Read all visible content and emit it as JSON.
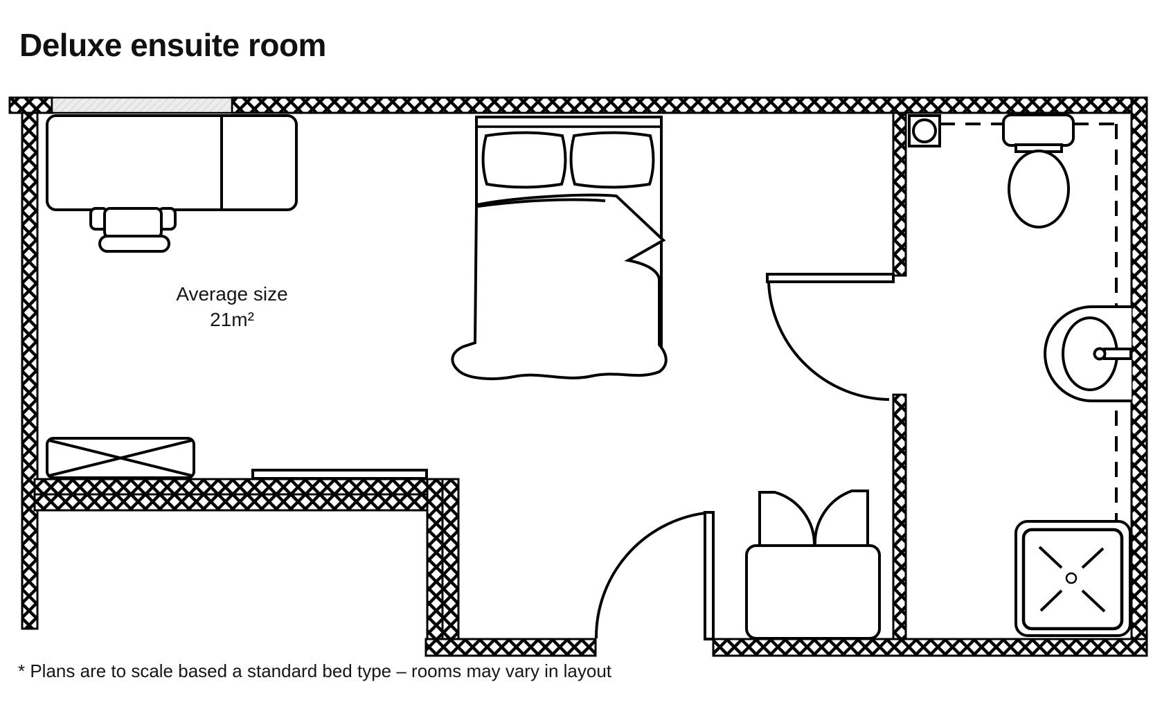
{
  "page": {
    "title": "Deluxe ensuite room",
    "background_color": "#ffffff",
    "line_color": "#000000",
    "window_fill": "#ededed"
  },
  "room": {
    "label_line1": "Average size",
    "label_line2": "21m²"
  },
  "footnote": "* Plans are to scale based a standard bed type – rooms may vary in layout",
  "fixtures": [
    "window",
    "desk",
    "desk-chair",
    "bed",
    "pillow-left",
    "pillow-right",
    "duvet",
    "storage-box",
    "shelf",
    "wardrobe",
    "entry-door",
    "bathroom-door",
    "extractor-fan",
    "toilet",
    "sink",
    "shower"
  ]
}
